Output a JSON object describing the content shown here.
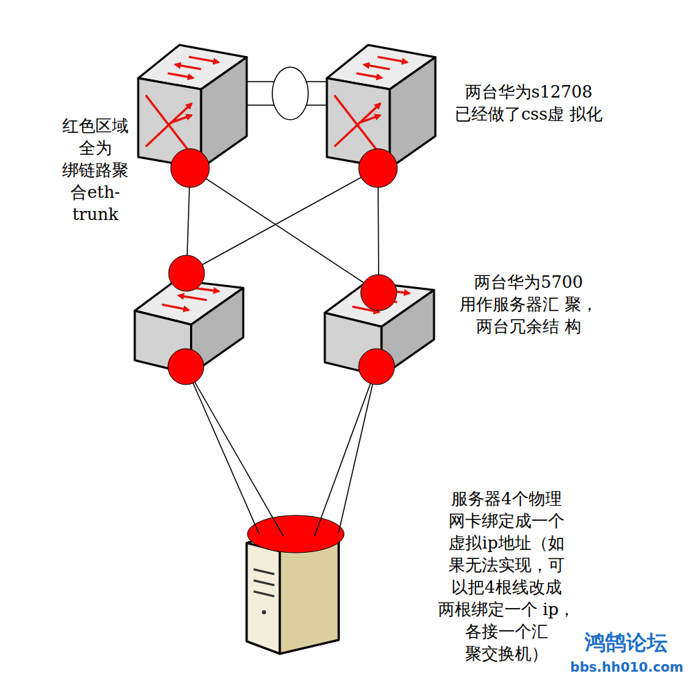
{
  "diagram": {
    "nodes": [
      {
        "text": []
      },
      {
        "text": [
          "两台华为s12708 已经做了css虚 拟化"
        ]
      },
      {
        "text": []
      },
      {
        "text": [
          "两台华为5700 用作服务器汇 聚，两台冗余结 构"
        ]
      },
      {
        "text": [
          "服务器4个物理 网卡绑定成一个 虚拟ip地址（如 果无法实现，可 以把4根线改成 两根绑定一个 ip，各接一个汇 聚交换机）"
        ]
      }
    ],
    "edges": [
      {
        "from": 0,
        "to": 1,
        "arrow": "none"
      },
      {
        "from": 0,
        "to": 1,
        "arrow": "none"
      },
      {
        "from": 0,
        "to": 2,
        "arrow": "none"
      },
      {
        "from": 0,
        "to": 3,
        "arrow": "none"
      },
      {
        "from": 1,
        "to": 2,
        "arrow": "none"
      },
      {
        "from": 1,
        "to": 3,
        "arrow": "none"
      },
      {
        "from": 2,
        "to": 4,
        "arrow": "none"
      },
      {
        "from": 2,
        "to": 4,
        "arrow": "none"
      },
      {
        "from": 3,
        "to": 4,
        "arrow": "none"
      },
      {
        "from": 3,
        "to": 4,
        "arrow": "none"
      }
    ],
    "labels": [
      "红色区域 全为 绑链路聚 合eth- trunk",
      "鸿鹄论坛",
      "bbs.hh010.com"
    ]
  }
}
